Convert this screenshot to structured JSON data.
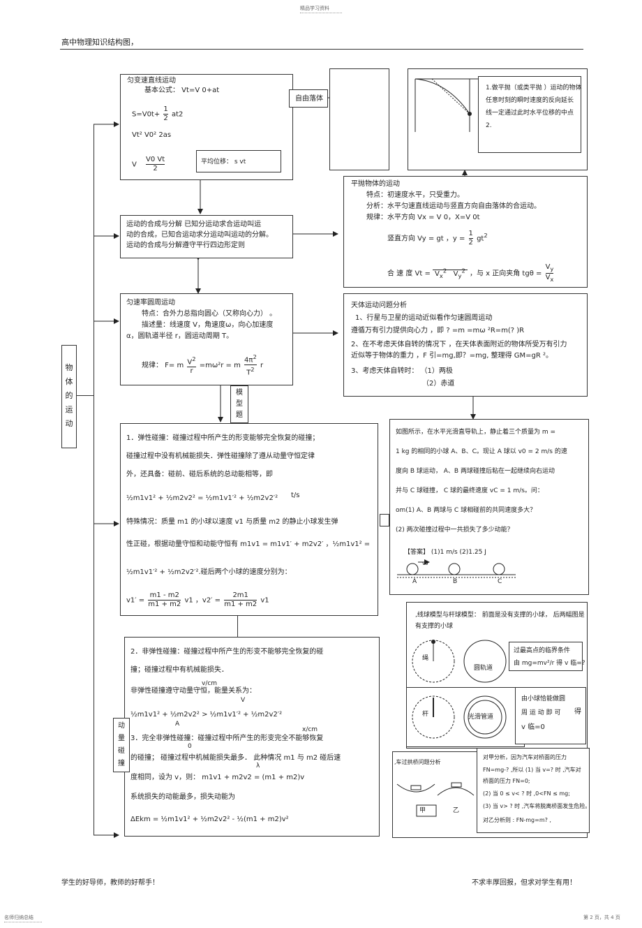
{
  "top_note": "精品学习资料",
  "page_title": "高中物理知识结构图，",
  "footer_left": "学生的好导师，教师的好帮手！",
  "footer_right": "不求丰厚回报，但求对学生有用！",
  "footer_corner_left": "名师归纳总结",
  "footer_page": "第 2 页，共 4 页",
  "root_label": [
    "物",
    "体",
    "的",
    "运",
    "动"
  ],
  "model_label": [
    "模",
    "型",
    "题"
  ],
  "collision_label": [
    "动",
    "量",
    "碰",
    "撞"
  ],
  "uniform_accel": {
    "title": "匀变速直线运动",
    "basic": "基本公式：  Vt=V 0+at",
    "s_formula": "S=V0t+",
    "half": [
      "1",
      "2"
    ],
    "at2": "at2",
    "v_formula": "Vt²   V0²     2as",
    "avg_v": "V",
    "avg_frac": [
      "V0    Vt",
      "2"
    ],
    "avg_disp": "平均位移：  s   vt"
  },
  "free_fall": "自由落体",
  "composition": {
    "l1": "运动的合成与分解          已知分运动求合运动叫运",
    "l2": "动的合成，已知合运动求分运动叫运动的分解。",
    "l3": "运动的合成与分解遵守平行四边形定则"
  },
  "projectile": {
    "title": "平抛物体的运动",
    "feature": "特点：初速度水平，只受重力。",
    "analysis": "分析：水平匀速直线运动与竖直方向自由落体的合运动。",
    "rule": "规律：水平方向       Vx = V 0，X=V 0t",
    "vertical": "竖直方向      Vy = gt ，y =",
    "gt2": "gt",
    "combined": "合  速  度    Vt =",
    "combined2": "，与 x 正向夹角  tgθ ="
  },
  "projectile_note": {
    "l1": "1.做平抛（或类平抛 ）运动的物体",
    "l2": "任意时刻的瞬时速度的反向延长",
    "l3": "线一定通过此时水平位移的中点",
    "l4": "2."
  },
  "circular": {
    "title": "匀速率圆周运动",
    "feature": "特点：合外力总指向圆心（又称向心力）      。",
    "describe": "描述量：线速度     V，角速度ω，向心加速度",
    "describe2": "α，圆轨道半径     r，圆运动周期    T。",
    "rule": "规律： F= m",
    "rule_mid": "=mω²r = m",
    "rule_end": "r"
  },
  "celestial": {
    "title": "天体运动问题分析",
    "l1": "1、行星与卫星的运动近似看作匀速圆周运动",
    "l2": "遵循万有引力提供向心力     ，即  ? =m     =mω ²R=m(?     )R",
    "l3": "2、在不考虑天体自转的情况下          ，在天体表面附近的物体所受万有引力",
    "l4": "近似等于物体的重力     ，F 引=mg,即？=mg, 整理得   GM=gR ²。",
    "l5": "3、考虑天体自转时：  （1）两极",
    "l6": "（2）赤道"
  },
  "elastic": {
    "l1": "1．弹性碰撞：碰撞过程中所产生的形变能够完全恢复的碰撞；",
    "l2": "碰撞过程中没有机械能损失．弹性碰撞除了遵从动量守恒定律",
    "l3": "外，还具备：碰前、碰后系统的总动能相等，即",
    "eq1": "½m1v1² + ½m2v2² = ½m1v1′² + ½m2v2′²",
    "ts": "t/s",
    "special": "特殊情况：质量   m1 的小球以速度    v1 与质量   m2 的静止小球发生弹",
    "special2": "性正碰，根据动量守恒和动能守恒有       m1v1 = m1v1′ + m2v2′ ，½m1v1² =",
    "special3": "½m1v1′² + ½m2v2′².碰后两个小球的速度分别为：",
    "v1p": "v1′ =",
    "v1p_frac": [
      "m1 -  m2",
      "m1 + m2"
    ],
    "v1p_tail": "v1 ，v2′ =",
    "v2p_frac": [
      "2m1",
      "m1 + m2"
    ],
    "v2p_tail": "v1"
  },
  "inelastic": {
    "l1": "2．非弹性碰撞：碰撞过程中所产生的形变不能够完全恢复的碰",
    "l2": "撞；碰撞过程中有机械能损失．",
    "l3": "非弹性碰撞遵守动量守恒，能量关系为：",
    "eq": "½m1v1² + ½m2v2² > ½m1v1′² + ½m2v2′²",
    "l4": "3．完全非弹性碰撞：碰撞过程中所产生的形变完全不能够恢复",
    "l5": "的碰撞；  碰撞过程中机械能损失最多．      此种情况   m1 与 m2 碰后速",
    "l6": "度相同，设为     v，则：  m1v1 + m2v2 = (m1 + m2)v",
    "l7": "系统损失的动能最多，损失动能为",
    "l8": "ΔEkm = ½m1v1² + ½m2v2² - ½(m1 + m2)v²",
    "stray1": "v/cm",
    "stray2": "V",
    "stray3": "A",
    "stray4": "x/cm",
    "stray5": "λ",
    "stray6": "0"
  },
  "example": {
    "l1": "如图所示，在水平光滑直导轨上，静止着三个质量为          m =",
    "l2": "1 kg 的相同的小球   A、B、C。现让  A 球以 v0 = 2 m/s 的速",
    "l3": "度向  B 球运动，  A、B 两球碰撞后粘在一起继续向右运动",
    "l4": "并与  C 球碰撞，  C 球的最终速度    vC = 1 m/s。问：",
    "l5": "om(1) A、B 两球与  C 球相碰前的共同速度多大？",
    "l6": "(2) 两次碰撞过程中一共损失了多少动能？",
    "answer": "【答案】 (1)1 m/s    (2)1.25 J",
    "balls": [
      "A",
      "B",
      "C"
    ],
    "v0": "v0"
  },
  "rope_rod": {
    "title": ",线球模型与杆球模型：  前面是没有支撑的小球，  后两幅图是",
    "title2": "有支撑的小球",
    "cond1": "过最高点的临界条件",
    "cond2": "由  mg=mv²/r  得  v 临=?",
    "support1": "由小球恰能做圆",
    "support2": "周  运  动  即  可",
    "support_de": "得",
    "support3": "v 临=0",
    "labels": [
      "绳",
      "圆轨道",
      "杆",
      "光滑管道"
    ]
  },
  "bridge": {
    "title": ",车过拱桥问题分析",
    "jia": "甲",
    "yi": "乙",
    "l1": "对甲分析，因为汽车对桥面的压力",
    "l2": "FN=mg-? ,所以 (1) 当  v=? 时 ,汽车对",
    "l3": "桥面的压力   FN=0;",
    "l4": "(2) 当  0 ≤ v< ? 时 ,0<FN ≤ mg;",
    "l5": "(3) 当  v> ? 时 ,汽车将脱离桥面发生危险。",
    "l6": "对乙分析则 : FN-mg=m?         ,"
  }
}
